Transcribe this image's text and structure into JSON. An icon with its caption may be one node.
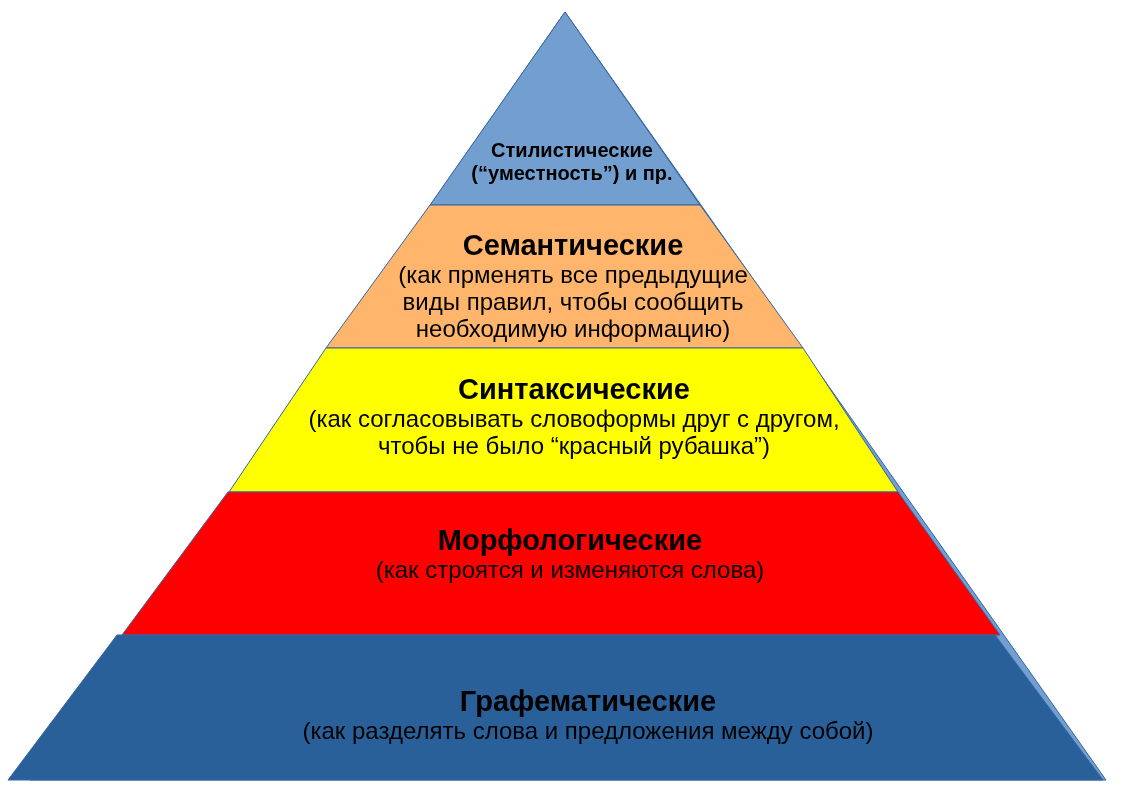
{
  "diagram": {
    "nodes": [
      {
        "text": [
          "Стилистические (“уместность”) и пр."
        ]
      },
      {
        "text": [
          "Семантические",
          "(как прменять все предыдущие виды правил, чтобы сообщить необходимую информацию)"
        ]
      },
      {
        "text": [
          "Синтаксические",
          "(как согласовывать словоформы друг с другом, чтобы не было “красный рубашка”)"
        ]
      },
      {
        "text": [
          "Морфологические",
          "(как строятся и изменяются слова)"
        ]
      },
      {
        "text": [
          "Графематические",
          "(как разделять слова и предложения между собой)"
        ]
      }
    ]
  }
}
